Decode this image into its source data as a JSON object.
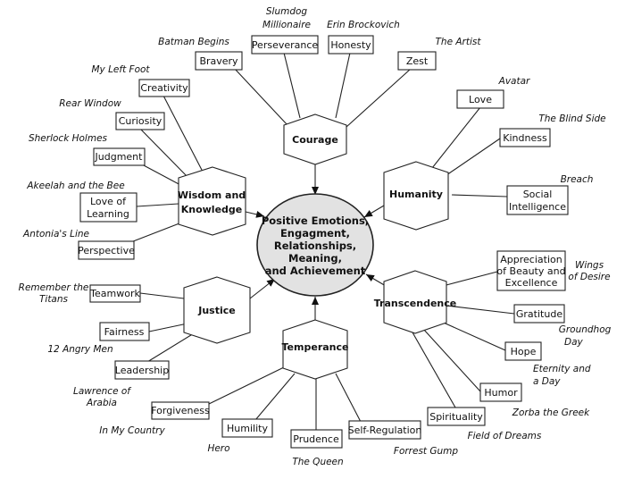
{
  "center": {
    "lines": [
      "Positive Emotions,",
      "Engagment,",
      "Relationships,",
      "Meaning,",
      "and Achievement"
    ],
    "fill": "#e2e2e2"
  },
  "virtues": {
    "courage": [
      "Courage"
    ],
    "wisdom": [
      "Wisdom and",
      "Knowledge"
    ],
    "humanity": [
      "Humanity"
    ],
    "justice": [
      "Justice"
    ],
    "temperance": [
      "Temperance"
    ],
    "transcendence": [
      "Transcendence"
    ]
  },
  "strengths": {
    "bravery": [
      "Bravery"
    ],
    "perseverance": [
      "Perseverance"
    ],
    "honesty": [
      "Honesty"
    ],
    "zest": [
      "Zest"
    ],
    "creativity": [
      "Creativity"
    ],
    "curiosity": [
      "Curiosity"
    ],
    "judgment": [
      "Judgment"
    ],
    "love_of_learning": [
      "Love of",
      "Learning"
    ],
    "perspective": [
      "Perspective"
    ],
    "love": [
      "Love"
    ],
    "kindness": [
      "Kindness"
    ],
    "social_intelligence": [
      "Social",
      "Intelligence"
    ],
    "teamwork": [
      "Teamwork"
    ],
    "fairness": [
      "Fairness"
    ],
    "leadership": [
      "Leadership"
    ],
    "forgiveness": [
      "Forgiveness"
    ],
    "humility": [
      "Humility"
    ],
    "prudence": [
      "Prudence"
    ],
    "self_regulation": [
      "Self-Regulation"
    ],
    "appreciation": [
      "Appreciation",
      "of Beauty and",
      "Excellence"
    ],
    "gratitude": [
      "Gratitude"
    ],
    "hope": [
      "Hope"
    ],
    "humor": [
      "Humor"
    ],
    "spirituality": [
      "Spirituality"
    ]
  },
  "films": {
    "batman_begins": [
      "Batman Begins"
    ],
    "slumdog_millionaire": [
      "Slumdog",
      "Millionaire"
    ],
    "erin_brockovich": [
      "Erin Brockovich"
    ],
    "the_artist": [
      "The Artist"
    ],
    "my_left_foot": [
      "My Left Foot"
    ],
    "rear_window": [
      "Rear Window"
    ],
    "sherlock_holmes": [
      "Sherlock Holmes"
    ],
    "akeelah_and_the_bee": [
      "Akeelah and the Bee"
    ],
    "antonias_line": [
      "Antonia's Line"
    ],
    "avatar": [
      "Avatar"
    ],
    "the_blind_side": [
      "The Blind Side"
    ],
    "breach": [
      "Breach"
    ],
    "remember_the_titans": [
      "Remember the",
      "Titans"
    ],
    "twelve_angry_men": [
      "12 Angry Men"
    ],
    "lawrence_of_arabia": [
      "Lawrence of",
      "Arabia"
    ],
    "in_my_country": [
      "In My Country"
    ],
    "hero": [
      "Hero"
    ],
    "the_queen": [
      "The Queen"
    ],
    "forrest_gump": [
      "Forrest Gump"
    ],
    "wings_of_desire": [
      "Wings",
      "of Desire"
    ],
    "groundhog_day": [
      "Groundhog",
      "Day"
    ],
    "eternity_and_a_day": [
      "Eternity and",
      "a Day"
    ],
    "zorba_the_greek": [
      "Zorba the Greek"
    ],
    "field_of_dreams": [
      "Field of Dreams"
    ]
  }
}
